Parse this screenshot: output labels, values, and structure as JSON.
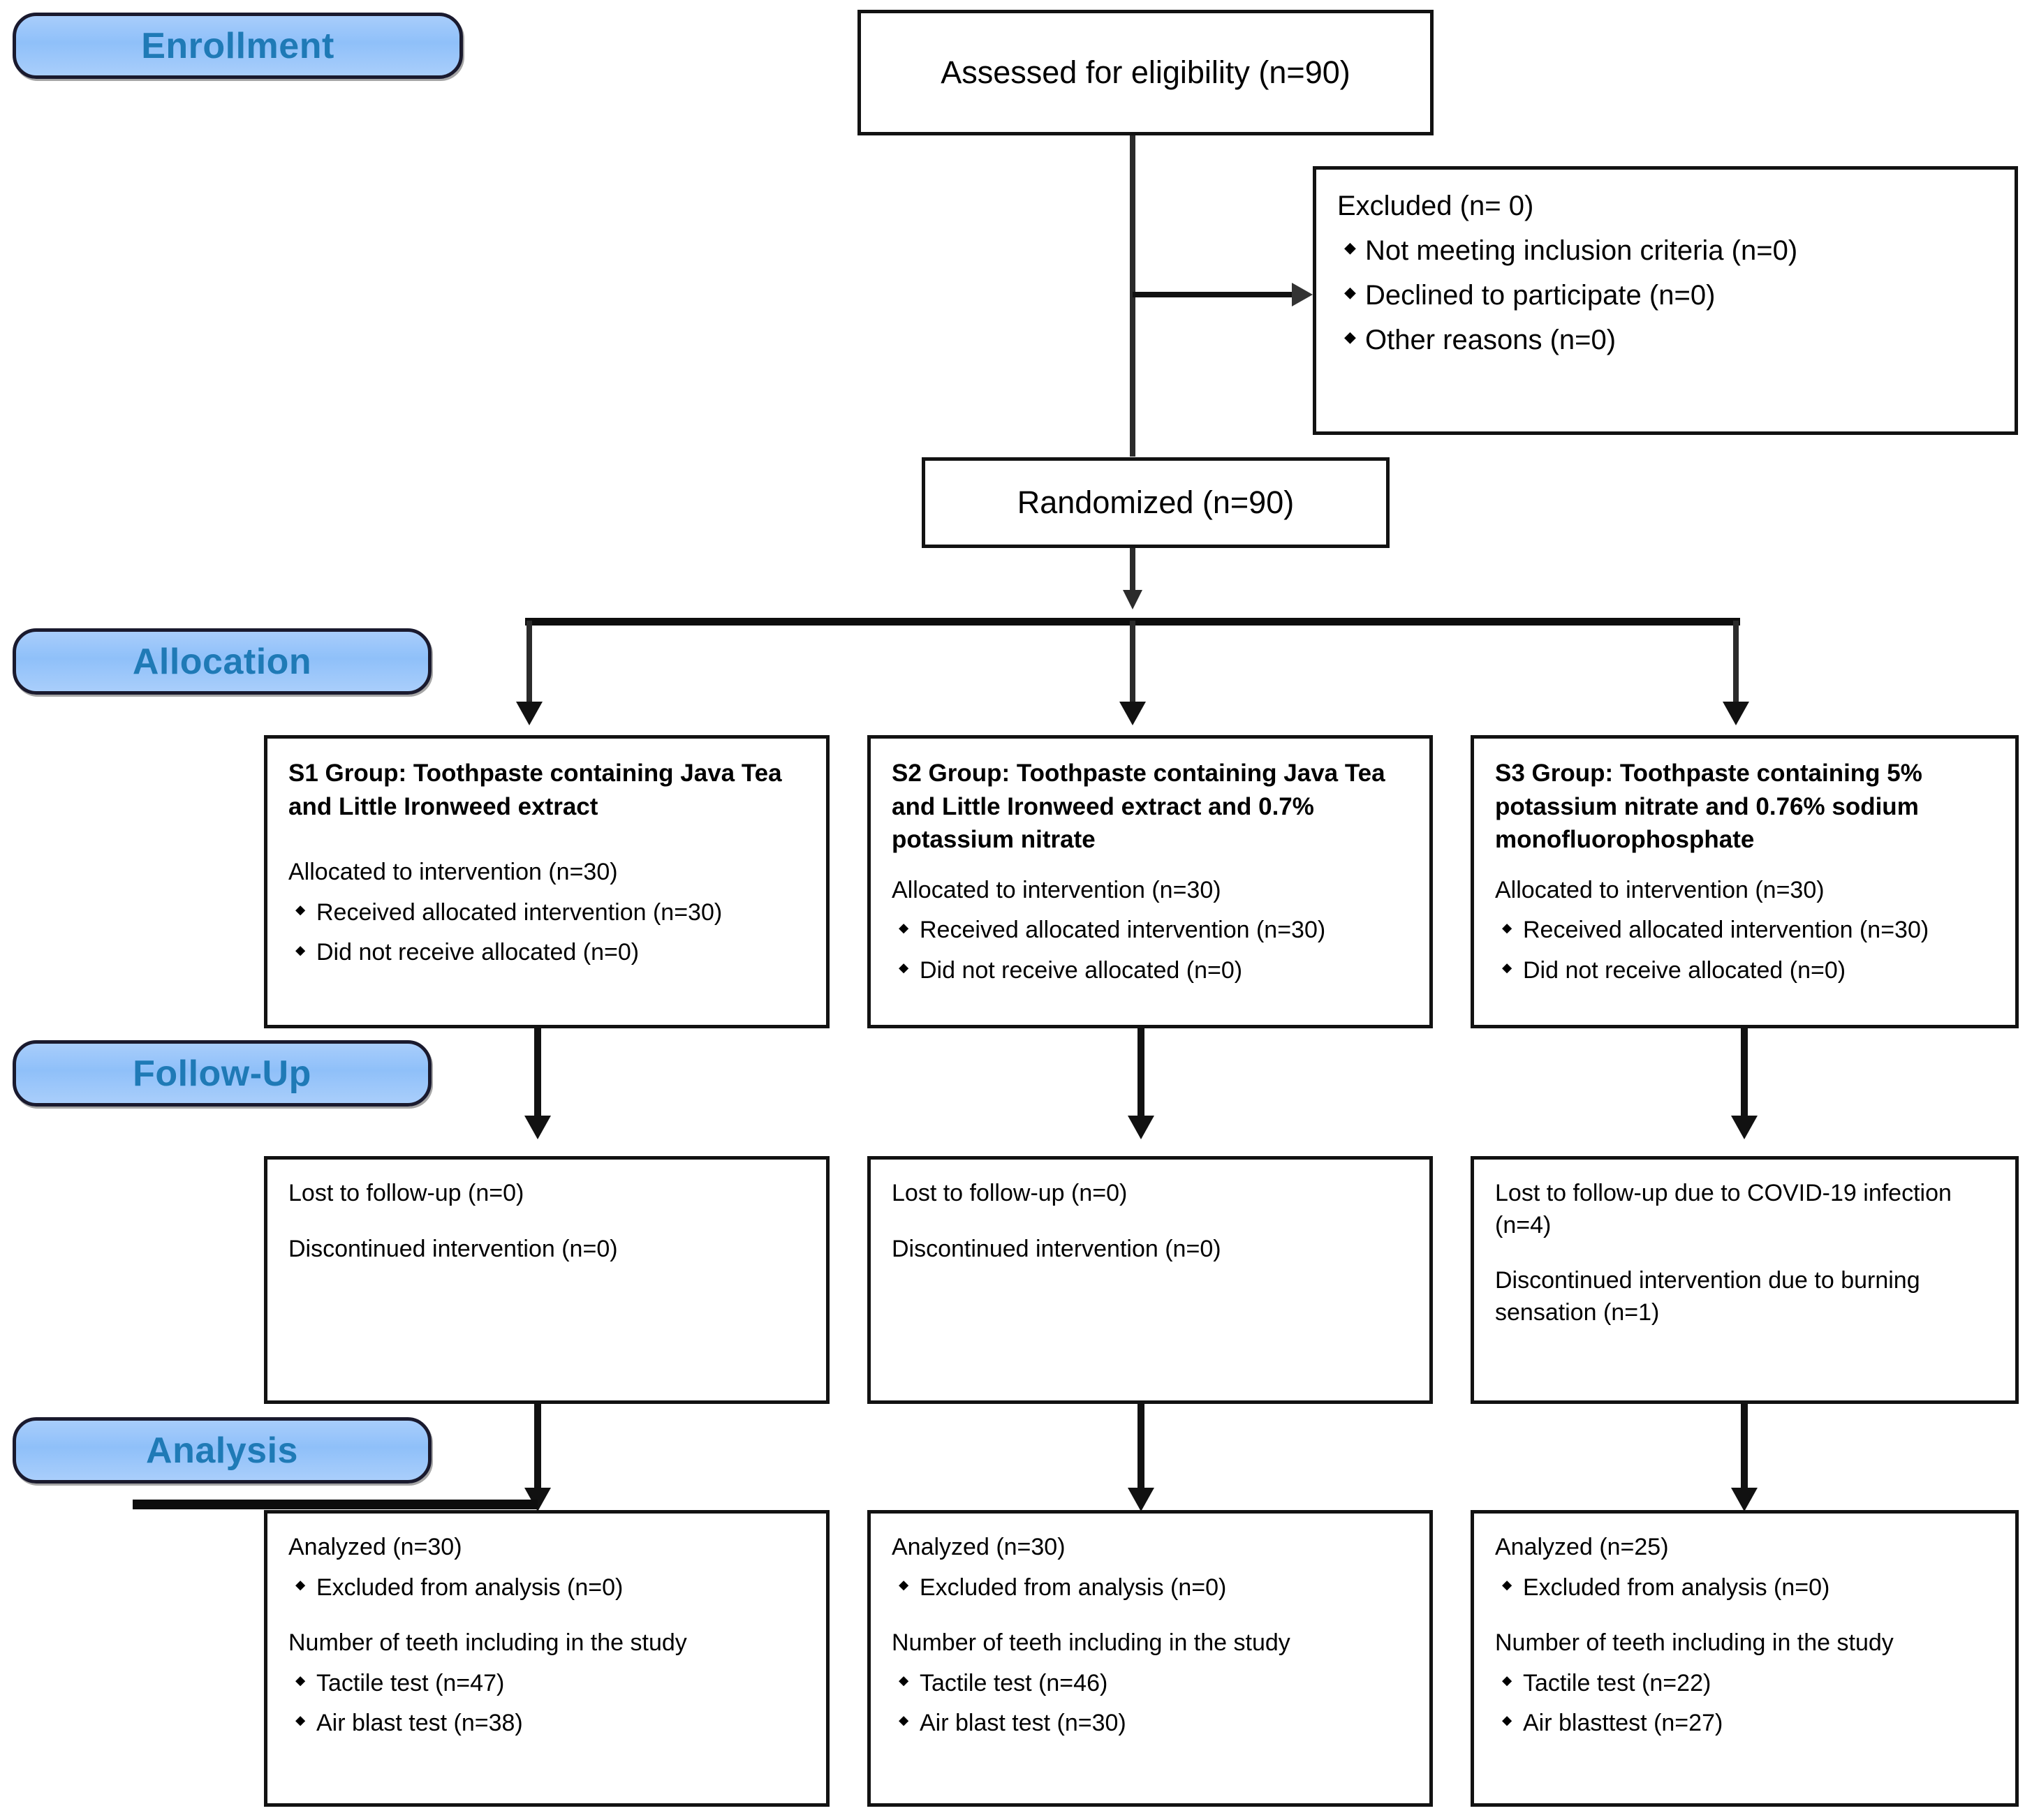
{
  "diagram": {
    "title": "CONSORT participant flow diagram",
    "accent_blue": "#8fc0f9",
    "accent_text": "#1f7ab6",
    "line_color": "#111111"
  },
  "stages": {
    "enrollment": "Enrollment",
    "allocation": "Allocation",
    "followup": "Follow-Up",
    "analysis": "Analysis"
  },
  "enrollment": {
    "assessed": "Assessed for eligibility (n=90)",
    "excluded_title": "Excluded (n= 0)",
    "excluded_items": [
      "Not meeting inclusion criteria (n=0)",
      "Declined to participate (n=0)",
      "Other reasons (n=0)"
    ],
    "randomized": "Randomized (n=90)"
  },
  "allocation": [
    {
      "heading": "S1 Group: Toothpaste containing Java Tea and Little Ironweed extract",
      "allocated": "Allocated to intervention (n=30)",
      "items": [
        "Received allocated intervention (n=30)",
        "Did not receive allocated (n=0)"
      ]
    },
    {
      "heading": "S2 Group: Toothpaste containing Java Tea and Little Ironweed extract and 0.7% potassium nitrate",
      "allocated": "Allocated to intervention (n=30)",
      "items": [
        "Received allocated intervention (n=30)",
        "Did not receive allocated (n=0)"
      ]
    },
    {
      "heading": "S3 Group: Toothpaste containing 5% potassium nitrate and 0.76% sodium monofluorophosphate",
      "allocated": "Allocated to intervention (n=30)",
      "items": [
        "Received allocated intervention (n=30)",
        "Did not receive allocated (n=0)"
      ]
    }
  ],
  "followup": [
    {
      "lost": "Lost to follow-up (n=0)",
      "discontinued": "Discontinued intervention (n=0)"
    },
    {
      "lost": "Lost to follow-up (n=0)",
      "discontinued": "Discontinued intervention (n=0)"
    },
    {
      "lost": "Lost to follow-up due to COVID-19 infection (n=4)",
      "discontinued": "Discontinued intervention due to burning sensation (n=1)"
    }
  ],
  "analysis": [
    {
      "analyzed": "Analyzed (n=30)",
      "excluded_item": "Excluded from analysis (n=0)",
      "teeth_title": "Number of teeth including in the study",
      "teeth_items": [
        "Tactile test (n=47)",
        "Air blast test (n=38)"
      ]
    },
    {
      "analyzed": "Analyzed (n=30)",
      "excluded_item": "Excluded from analysis (n=0)",
      "teeth_title": "Number of teeth including in the study",
      "teeth_items": [
        "Tactile test (n=46)",
        "Air blast test (n=30)"
      ]
    },
    {
      "analyzed": "Analyzed (n=25)",
      "excluded_item": "Excluded from analysis (n=0)",
      "teeth_title": "Number of teeth including in the study",
      "teeth_items": [
        "Tactile test (n=22)",
        "Air blasttest (n=27)"
      ]
    }
  ]
}
